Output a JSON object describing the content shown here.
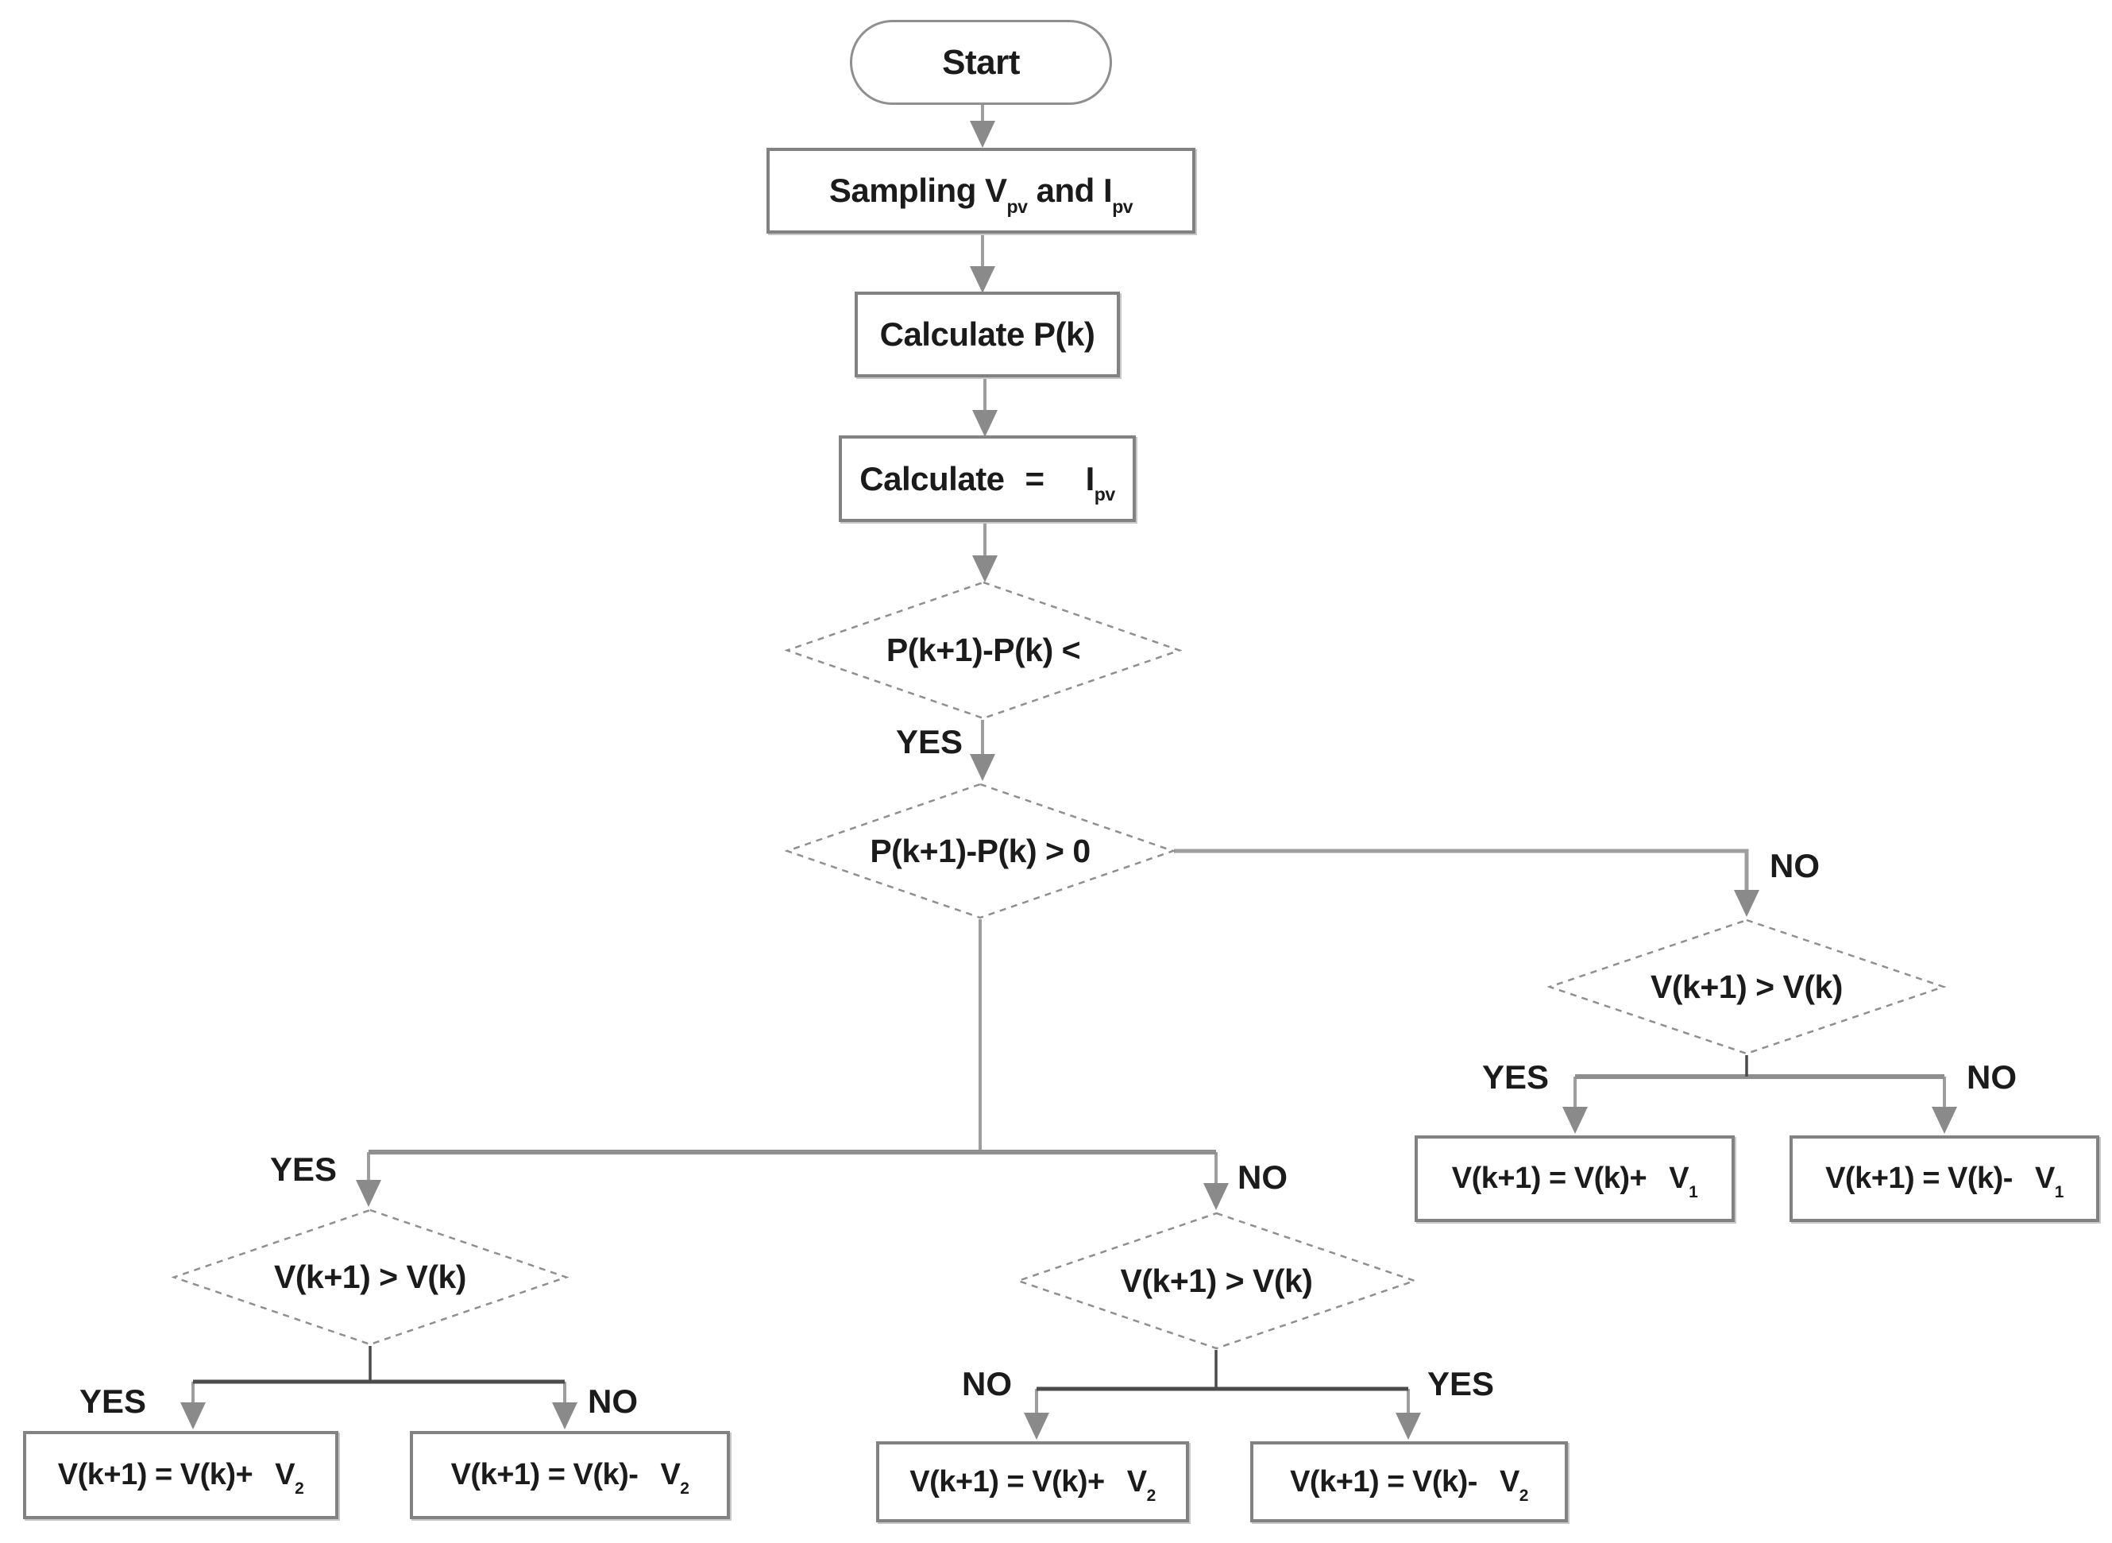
{
  "flowchart": {
    "start": "Start",
    "sampling": {
      "t1": "Sampling V",
      "s1": "pv",
      "t2": " and I",
      "s2": "pv"
    },
    "calc_p": "Calculate P(k)",
    "calc_i": {
      "t1": "Calculate",
      "t2": "=",
      "t3": "I",
      "s": "pv"
    },
    "decision_power_eps": "P(k+1)-P(k) <",
    "decision_power_zero": "P(k+1)-P(k) > 0",
    "decision_voltage": "V(k+1) > V(k)",
    "box_right_yes": {
      "t": "V(k+1) = V(k)+",
      "v": "V",
      "s": "1"
    },
    "box_right_no": {
      "t": "V(k+1) = V(k)-",
      "v": "V",
      "s": "1"
    },
    "box_left_yes": {
      "t": "V(k+1) = V(k)+",
      "v": "V",
      "s": "2"
    },
    "box_left_no": {
      "t": "V(k+1) = V(k)-",
      "v": "V",
      "s": "2"
    },
    "box_mid_no": {
      "t": "V(k+1) = V(k)+",
      "v": "V",
      "s": "2"
    },
    "box_mid_yes": {
      "t": "V(k+1) = V(k)-",
      "v": "V",
      "s": "2"
    },
    "labels": {
      "yes": "YES",
      "no": "NO"
    }
  },
  "colors": {
    "line_gray": "#9e9e9e",
    "line_dark": "#4b4b4b",
    "arrowhead": "#8a8a8a",
    "box_border": "#828282",
    "diamond_border": "#8f8f8f",
    "text": "#1b1b1b",
    "background": "#ffffff"
  }
}
